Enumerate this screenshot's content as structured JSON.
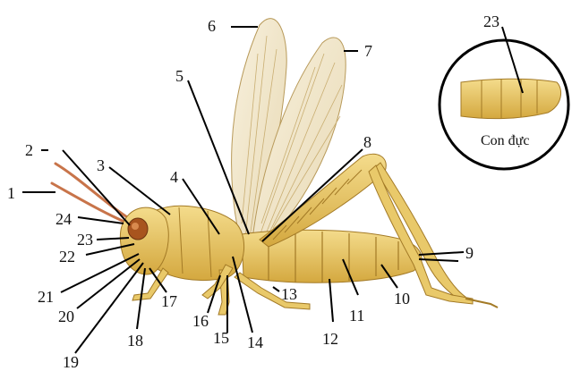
{
  "diagram": {
    "labels": [
      "1",
      "2",
      "3",
      "4",
      "5",
      "6",
      "7",
      "8",
      "9",
      "10",
      "11",
      "12",
      "13",
      "14",
      "15",
      "16",
      "17",
      "18",
      "19",
      "20",
      "21",
      "22",
      "23",
      "24"
    ],
    "inset": {
      "number": "23",
      "caption": "Con đực"
    }
  },
  "colors": {
    "body": "#e9c96a",
    "body_dark": "#b8892a",
    "wing": "#f3ead2",
    "wing_vein": "#b89a5a",
    "antenna": "#c8744a",
    "eye": "#a8541e",
    "leader": "#000000"
  }
}
